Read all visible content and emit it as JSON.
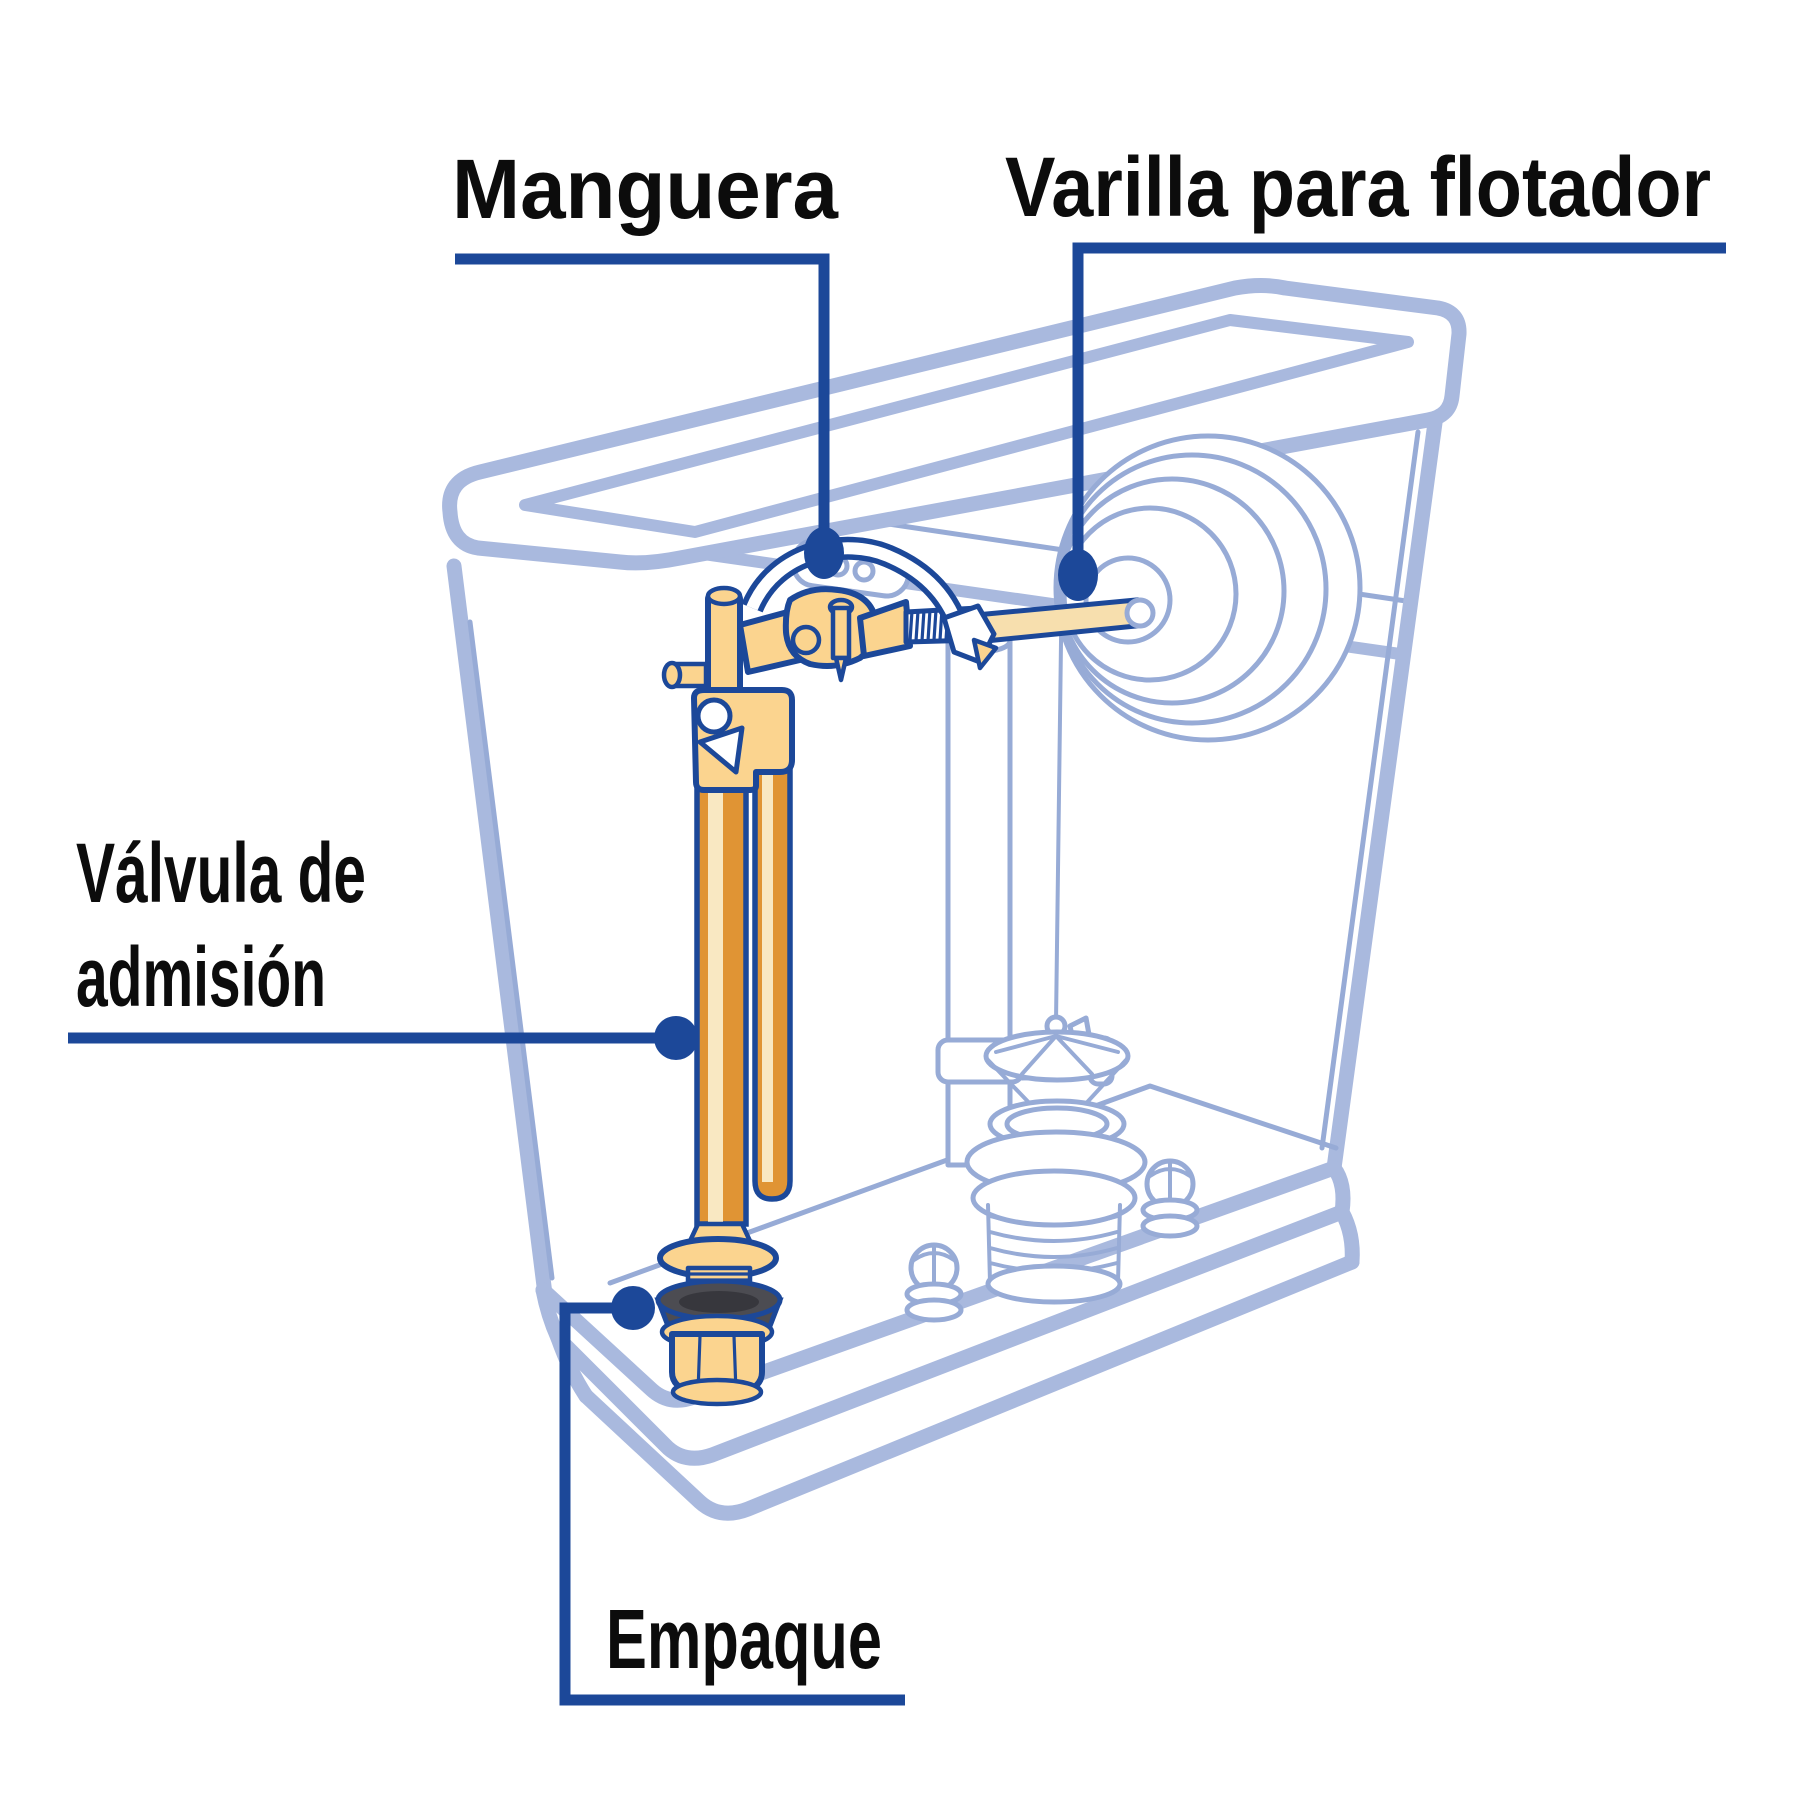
{
  "diagram_title": "Toilet tank fill valve parts diagram",
  "labels": {
    "manguera": {
      "text": "Manguera"
    },
    "varilla": {
      "text": "Varilla para flotador"
    },
    "valvula": {
      "line1": "Válvula de",
      "line2": "admisión"
    },
    "empaque": {
      "text": "Empaque"
    }
  },
  "colors": {
    "bg": "#ffffff",
    "ink": "#0c0c0c",
    "navy": "#1c4899",
    "tank": "#a9b9de",
    "tankthin": "#97abd6",
    "tan": "#fbd48f",
    "pale": "#f7dfae",
    "copper": "#e09434",
    "cream": "#f9e8c2",
    "dark": "#4c4c52",
    "darker": "#37373d"
  }
}
